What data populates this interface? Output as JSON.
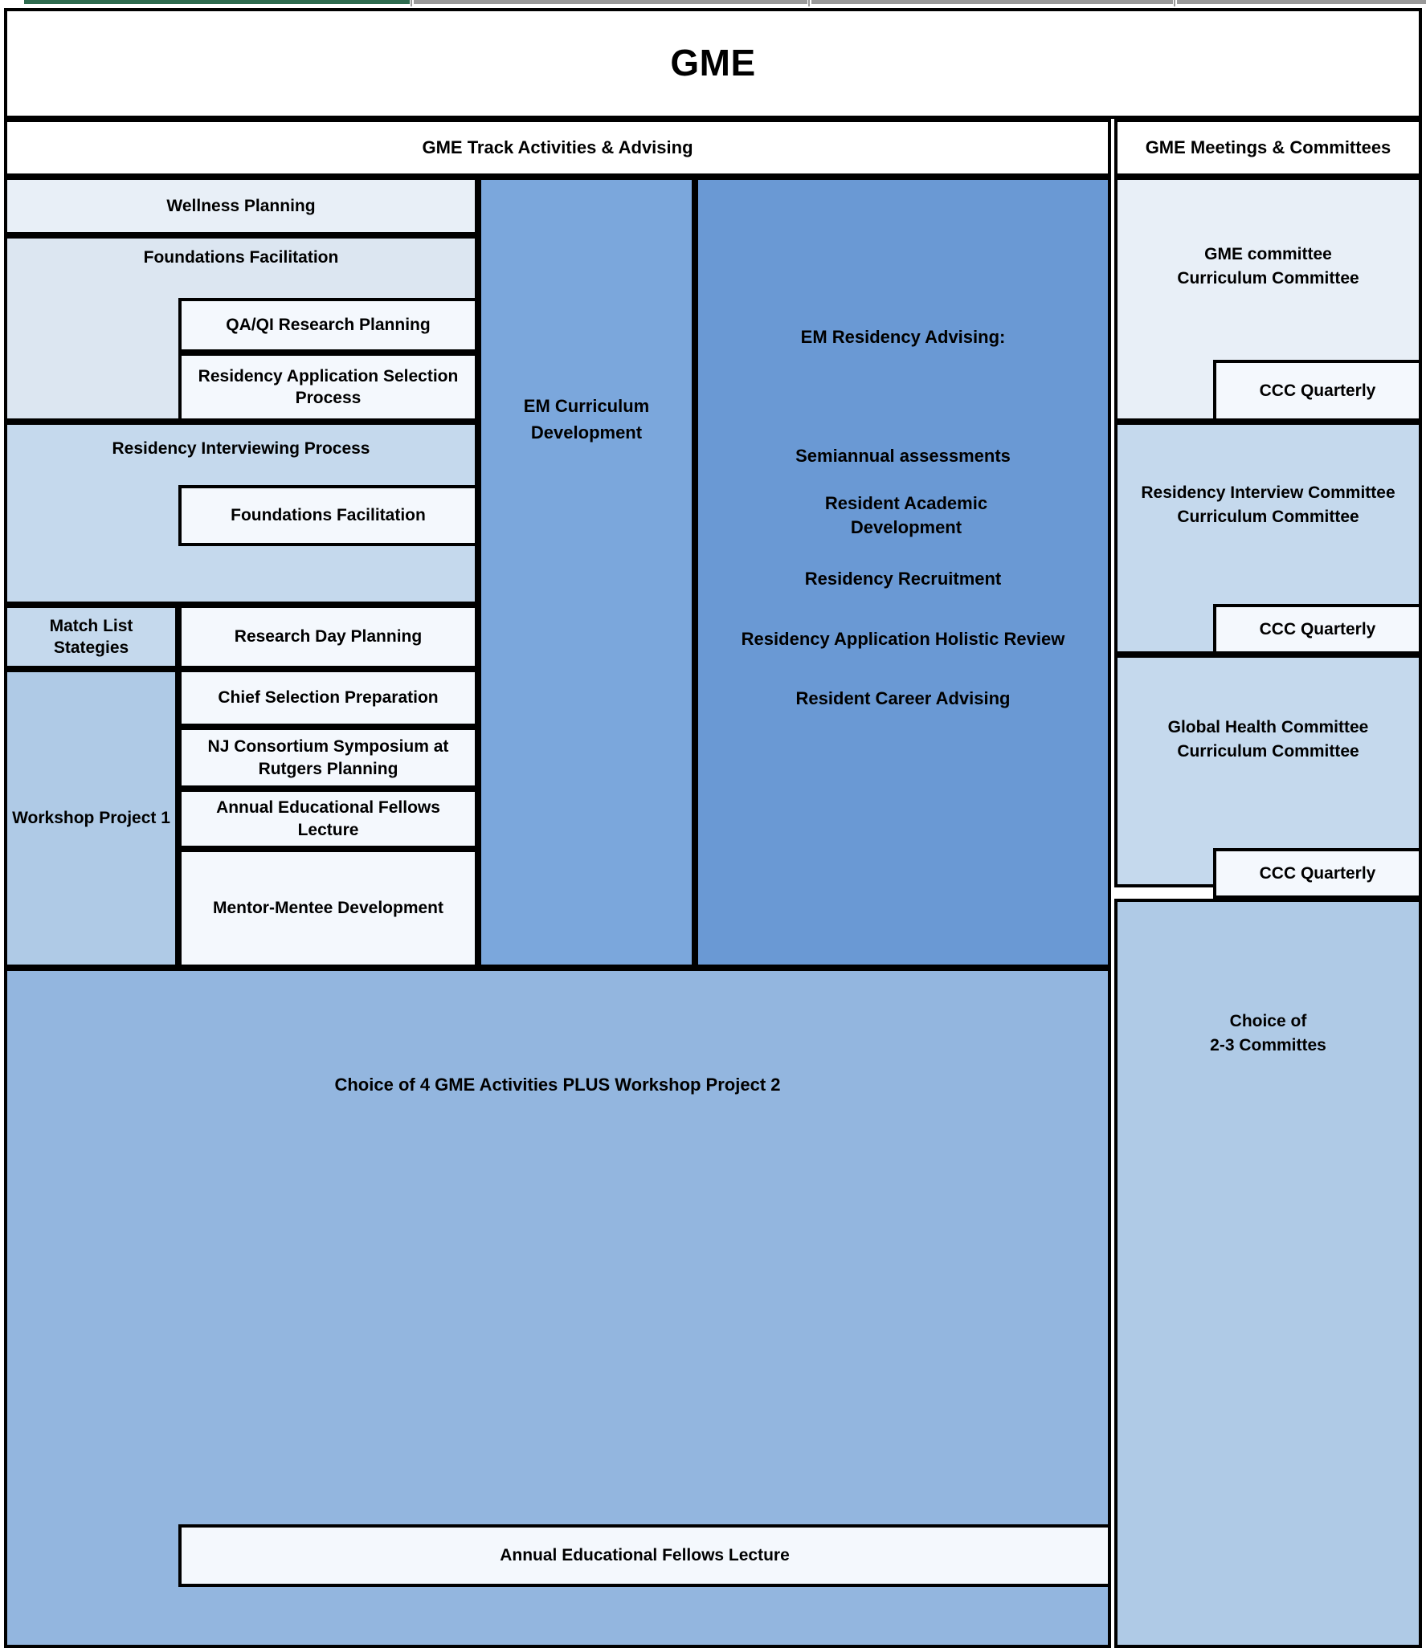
{
  "title": "GME",
  "colors": {
    "white": "#FFFFFF",
    "l1": "#E8EFF7",
    "l2": "#DCE6F1",
    "l3": "#F4F8FD",
    "l4": "#C5D9ED",
    "l5": "#AFCAE6",
    "mid": "#7BA7DC",
    "dark": "#6A99D4",
    "bottom": "#93B6DF",
    "border": "#000000"
  },
  "headers": {
    "left_column": "GME Track Activities & Advising",
    "right_column": "GME Meetings & Committees"
  },
  "left_track": {
    "wellness_planning": "Wellness Planning",
    "foundations_facilitation_1": "Foundations Facilitation",
    "qaqi_research_planning": "QA/QI Research Planning",
    "residency_application_selection_process": "Residency Application Selection Process",
    "residency_interviewing_process": "Residency Interviewing Process",
    "foundations_facilitation_2": "Foundations Facilitation",
    "match_list_strategies": "Match List Stategies",
    "research_day_planning": "Research Day Planning",
    "workshop_project_1": "Workshop Project 1",
    "chief_selection_preparation": "Chief Selection Preparation",
    "nj_consortium_symposium": "NJ Consortium Symposium at Rutgers Planning",
    "annual_educational_fellows_lecture": "Annual Educational Fellows Lecture",
    "mentor_mentee_development": "Mentor-Mentee Development"
  },
  "curriculum": {
    "em_curriculum_development": "EM Curriculum Development"
  },
  "advising": {
    "heading": "EM Residency Advising:",
    "items": [
      "Semiannual assessments",
      "Resident Academic Development",
      "Residency Recruitment",
      "Residency Application Holistic Review",
      "Resident Career Advising"
    ]
  },
  "committees": {
    "group_1": "GME committee\nCurriculum Committee",
    "ccc_1": "CCC Quarterly",
    "group_2": "Residency Interview Committee\nCurriculum Committee",
    "ccc_2": "CCC Quarterly",
    "group_3": "Global Health Committee\nCurriculum Committee",
    "ccc_3": "CCC Quarterly",
    "choice": "Choice of\n2-3 Committes"
  },
  "bottom": {
    "choice_of_4": "Choice of 4 GME Activities PLUS Workshop Project 2",
    "annual_lecture": "Annual Educational Fellows Lecture"
  }
}
